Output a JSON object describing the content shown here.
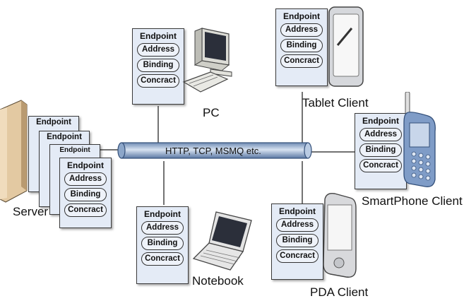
{
  "bus": {
    "label": "HTTP, TCP, MSMQ etc."
  },
  "endpoint": {
    "title": "Endpoint",
    "items": [
      "Address",
      "Binding",
      "Concract"
    ]
  },
  "labels": {
    "server": "Server",
    "pc": "PC",
    "notebook": "Notebook",
    "tablet": "Tablet Client",
    "smartphone": "SmartPhone Client",
    "pda": "PDA Client"
  }
}
